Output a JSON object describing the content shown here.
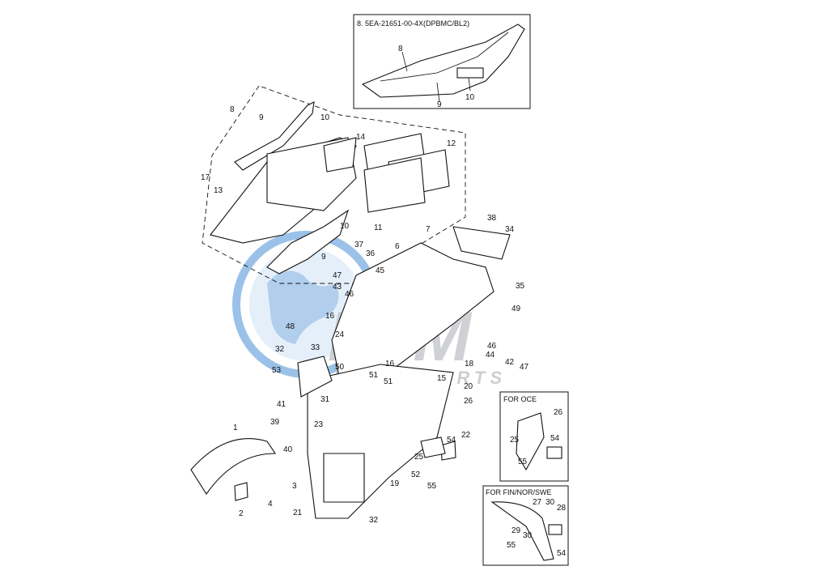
{
  "inset_main": {
    "title": "8. 5EA-21651-00-4X(DPBMC/BL2)",
    "labels": [
      "8",
      "9",
      "10"
    ]
  },
  "inset_oce": {
    "title": "FOR OCE",
    "labels": [
      "26",
      "25",
      "54",
      "55"
    ]
  },
  "inset_fin": {
    "title": "FOR FIN/NOR/SWE",
    "labels": [
      "27",
      "30",
      "28",
      "29",
      "30",
      "55",
      "54"
    ]
  },
  "watermark": {
    "text": "MOTORPARTS",
    "logo_text": "EJM",
    "color": "#4a8fd6",
    "grey": "#8a8f96"
  },
  "callouts": [
    "8",
    "9",
    "10",
    "14",
    "12",
    "17",
    "13",
    "10",
    "11",
    "7",
    "38",
    "34",
    "37",
    "36",
    "6",
    "45",
    "47",
    "43",
    "46",
    "9",
    "35",
    "49",
    "16",
    "24",
    "48",
    "46",
    "44",
    "42",
    "47",
    "16",
    "18",
    "32",
    "33",
    "53",
    "50",
    "51",
    "51",
    "15",
    "20",
    "26",
    "31",
    "41",
    "39",
    "23",
    "22",
    "40",
    "54",
    "25",
    "1",
    "3",
    "4",
    "52",
    "55",
    "2",
    "21",
    "19",
    "32"
  ]
}
